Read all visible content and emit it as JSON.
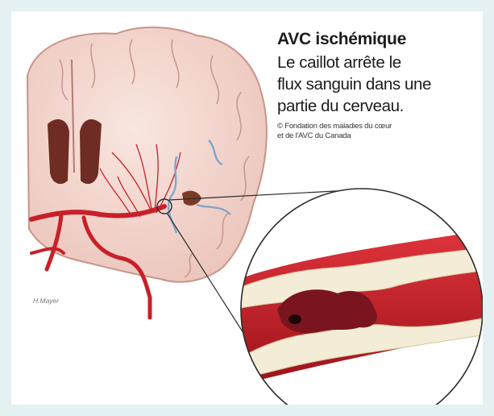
{
  "title": "AVC ischémique",
  "subtitle_lines": [
    "Le caillot arrête le",
    "flux sanguin dans une",
    "partie du cerveau."
  ],
  "credit_lines": [
    "© Fondation des maladies du cœur",
    "et de l'AVC du Canada"
  ],
  "artist_signature": "H.Mayer",
  "colors": {
    "page_background": "#e4f0f2",
    "panel_background": "#ffffff",
    "brain_tissue": "#f5d9d2",
    "artery_red": "#c8202a",
    "clot_dark_red": "#7a1520",
    "plaque_cream": "#f3ecd6",
    "vein_blue": "#7fa7c9"
  }
}
